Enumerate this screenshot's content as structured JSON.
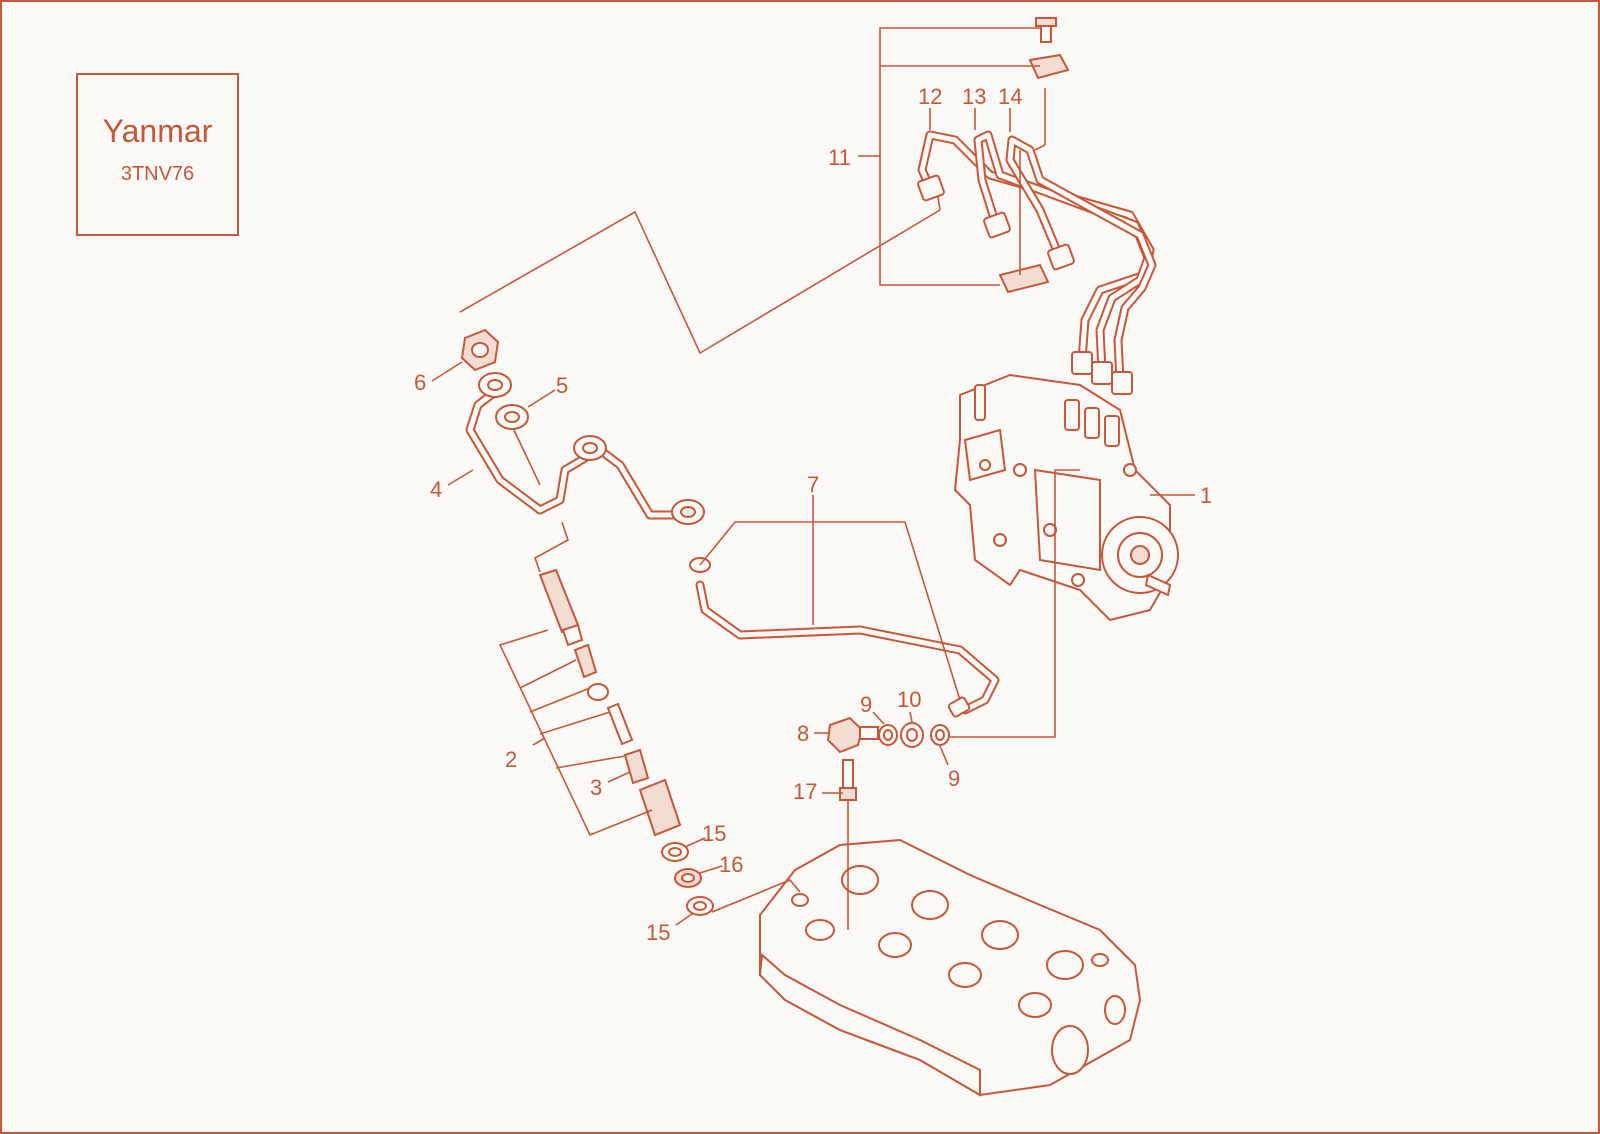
{
  "brand": "Yanmar",
  "model": "3TNV76",
  "accent_color": "#c8573a",
  "callouts": [
    {
      "id": "c1",
      "text": "1"
    },
    {
      "id": "c2",
      "text": "2"
    },
    {
      "id": "c3",
      "text": "3"
    },
    {
      "id": "c4",
      "text": "4"
    },
    {
      "id": "c5",
      "text": "5"
    },
    {
      "id": "c6",
      "text": "6"
    },
    {
      "id": "c7",
      "text": "7"
    },
    {
      "id": "c8",
      "text": "8"
    },
    {
      "id": "c9a",
      "text": "9"
    },
    {
      "id": "c9b",
      "text": "9"
    },
    {
      "id": "c10",
      "text": "10"
    },
    {
      "id": "c11",
      "text": "11"
    },
    {
      "id": "c12",
      "text": "12"
    },
    {
      "id": "c13",
      "text": "13"
    },
    {
      "id": "c14",
      "text": "14"
    },
    {
      "id": "c15a",
      "text": "15"
    },
    {
      "id": "c15b",
      "text": "15"
    },
    {
      "id": "c16",
      "text": "16"
    },
    {
      "id": "c17",
      "text": "17"
    }
  ]
}
